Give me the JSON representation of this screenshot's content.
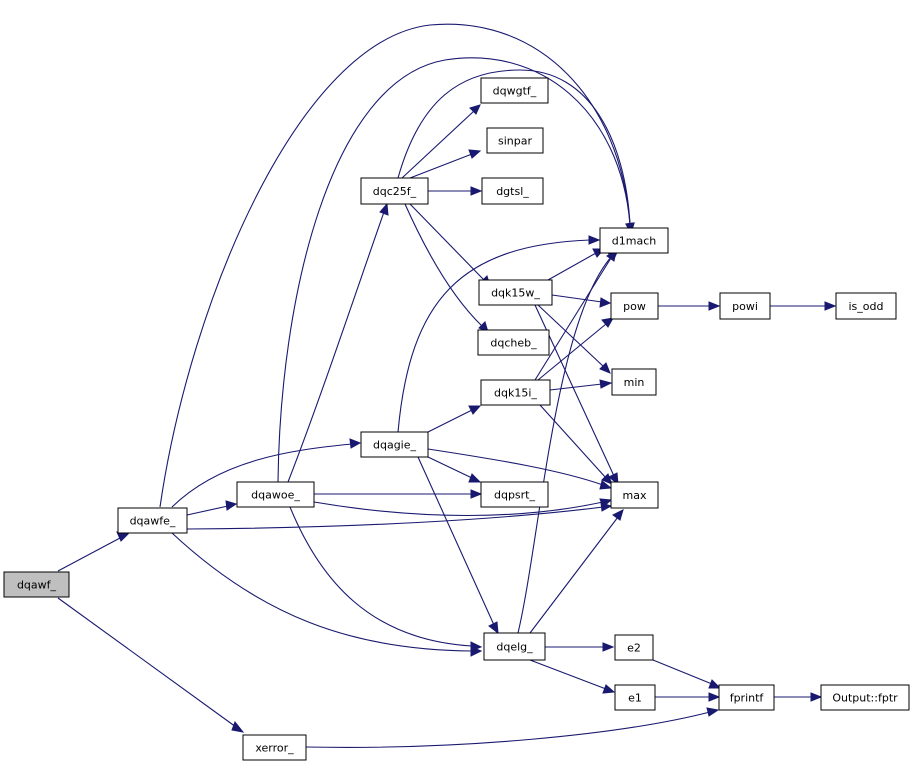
{
  "nodes": {
    "dqawf": "dqawf_",
    "dqawfe": "dqawfe_",
    "xerror": "xerror_",
    "dqawoe": "dqawoe_",
    "dqagie": "dqagie_",
    "dqc25f": "dqc25f_",
    "dqwgtf": "dqwgtf_",
    "sinpar": "sinpar",
    "dgtsl": "dgtsl_",
    "d1mach": "d1mach",
    "dqk15w": "dqk15w_",
    "dqcheb": "dqcheb_",
    "dqk15i": "dqk15i_",
    "dqpsrt": "dqpsrt_",
    "dqelg": "dqelg_",
    "pow": "pow",
    "powi": "powi",
    "is_odd": "is_odd",
    "min": "min",
    "max": "max",
    "e2": "e2",
    "e1": "e1",
    "fprintf": "fprintf",
    "output_fptr": "Output::fptr"
  }
}
